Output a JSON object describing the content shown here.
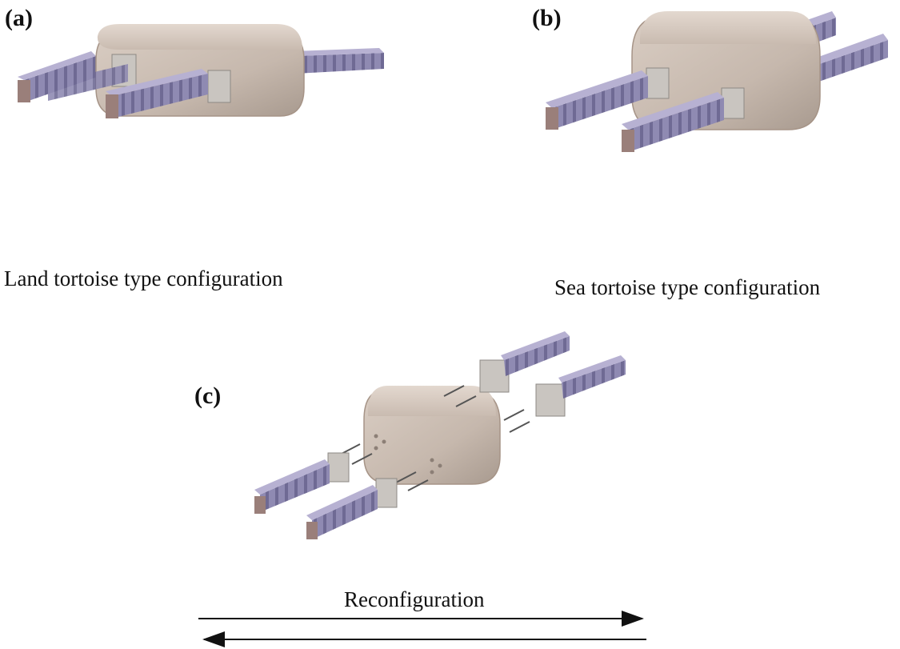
{
  "panels": {
    "a": {
      "label": "(a)",
      "caption": "Land tortoise type configuration"
    },
    "b": {
      "label": "(b)",
      "caption": "Sea tortoise type configuration"
    },
    "c": {
      "label": "(c)"
    }
  },
  "reconfiguration": {
    "label": "Reconfiguration"
  },
  "colors": {
    "body": "#cdbfb4",
    "body_shadow": "#a89a8f",
    "fin": "#8f8ab2",
    "fin_top": "#b7b1d2",
    "fin_tip": "#9a7f7a",
    "bracket": "#c9c5c0",
    "arrow": "#111111"
  }
}
